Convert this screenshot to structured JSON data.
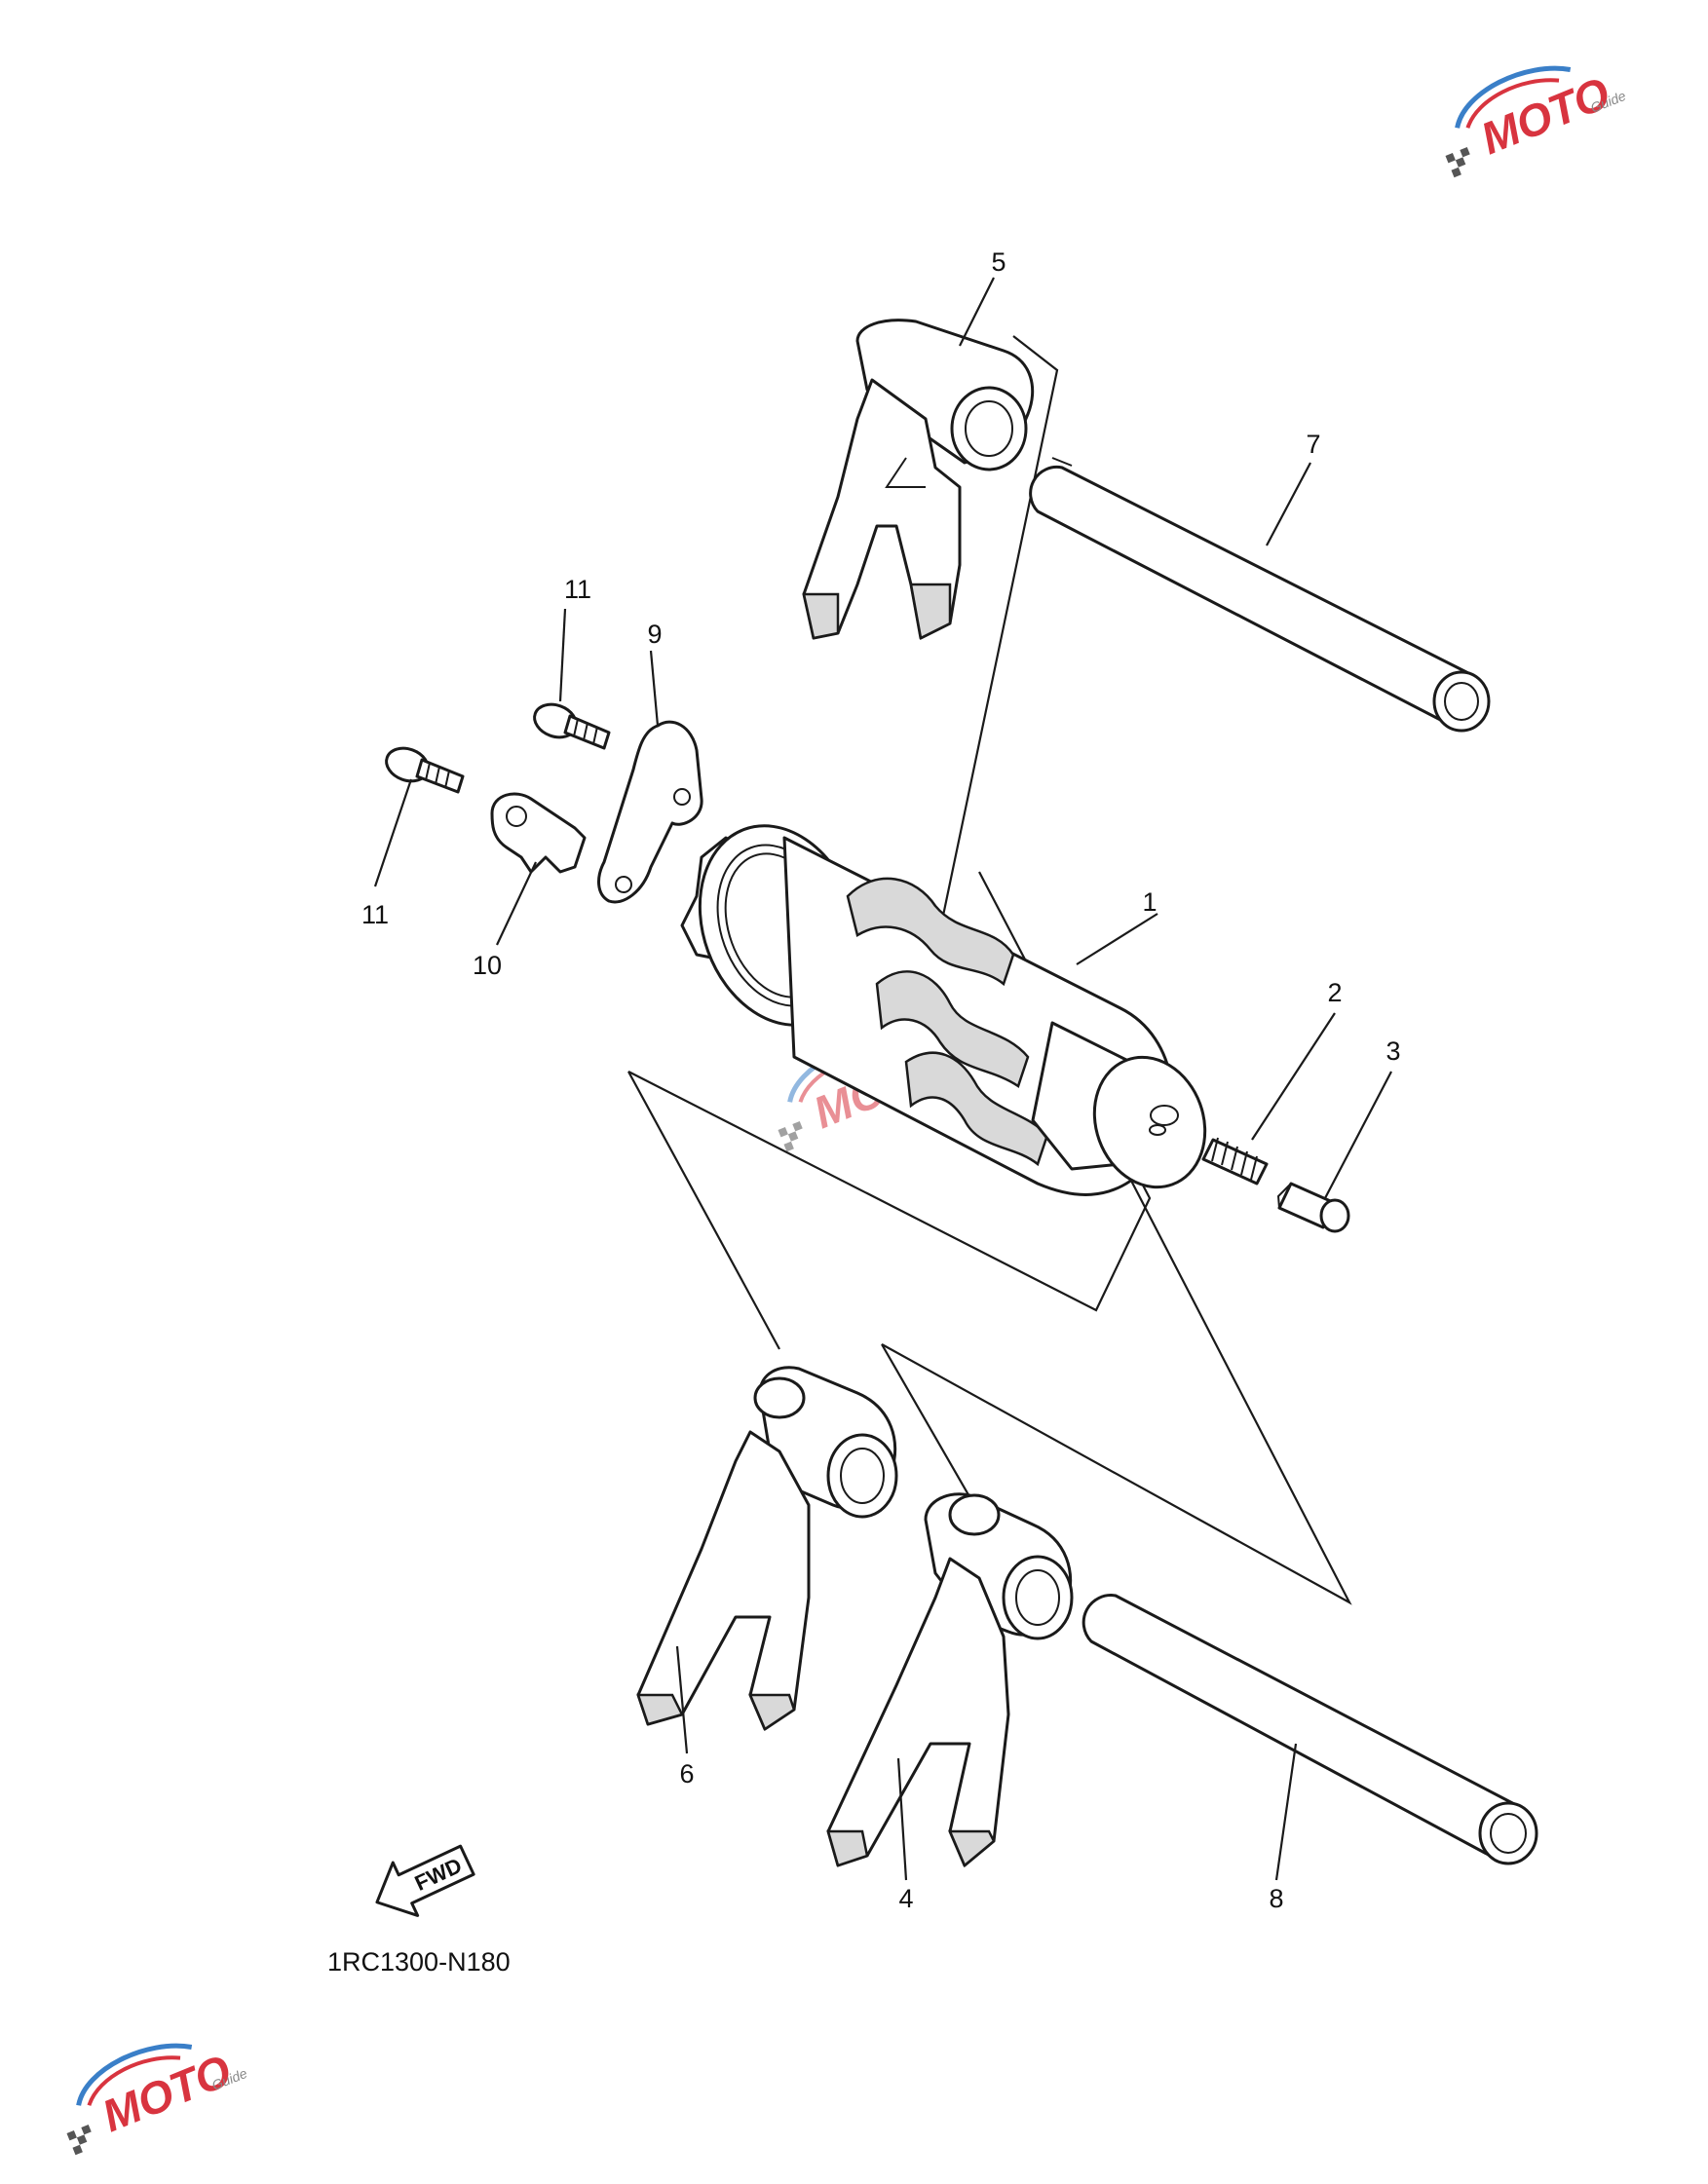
{
  "diagram": {
    "diagram_code": "1RC1300-N180",
    "forward_arrow_label": "FWD",
    "watermark": {
      "text": "MOTO",
      "subtext": "Guide",
      "colors": {
        "primary": "#d8343f",
        "secondary": "#3a7fc8",
        "checker": "#555555"
      }
    },
    "callouts": [
      {
        "id": "c1",
        "label": "1"
      },
      {
        "id": "c2",
        "label": "2"
      },
      {
        "id": "c3",
        "label": "3"
      },
      {
        "id": "c4",
        "label": "4"
      },
      {
        "id": "c5",
        "label": "5"
      },
      {
        "id": "c6",
        "label": "6"
      },
      {
        "id": "c7",
        "label": "7"
      },
      {
        "id": "c8",
        "label": "8"
      },
      {
        "id": "c9",
        "label": "9"
      },
      {
        "id": "c10",
        "label": "10"
      },
      {
        "id": "c11a",
        "label": "11"
      },
      {
        "id": "c11b",
        "label": "11"
      }
    ]
  }
}
